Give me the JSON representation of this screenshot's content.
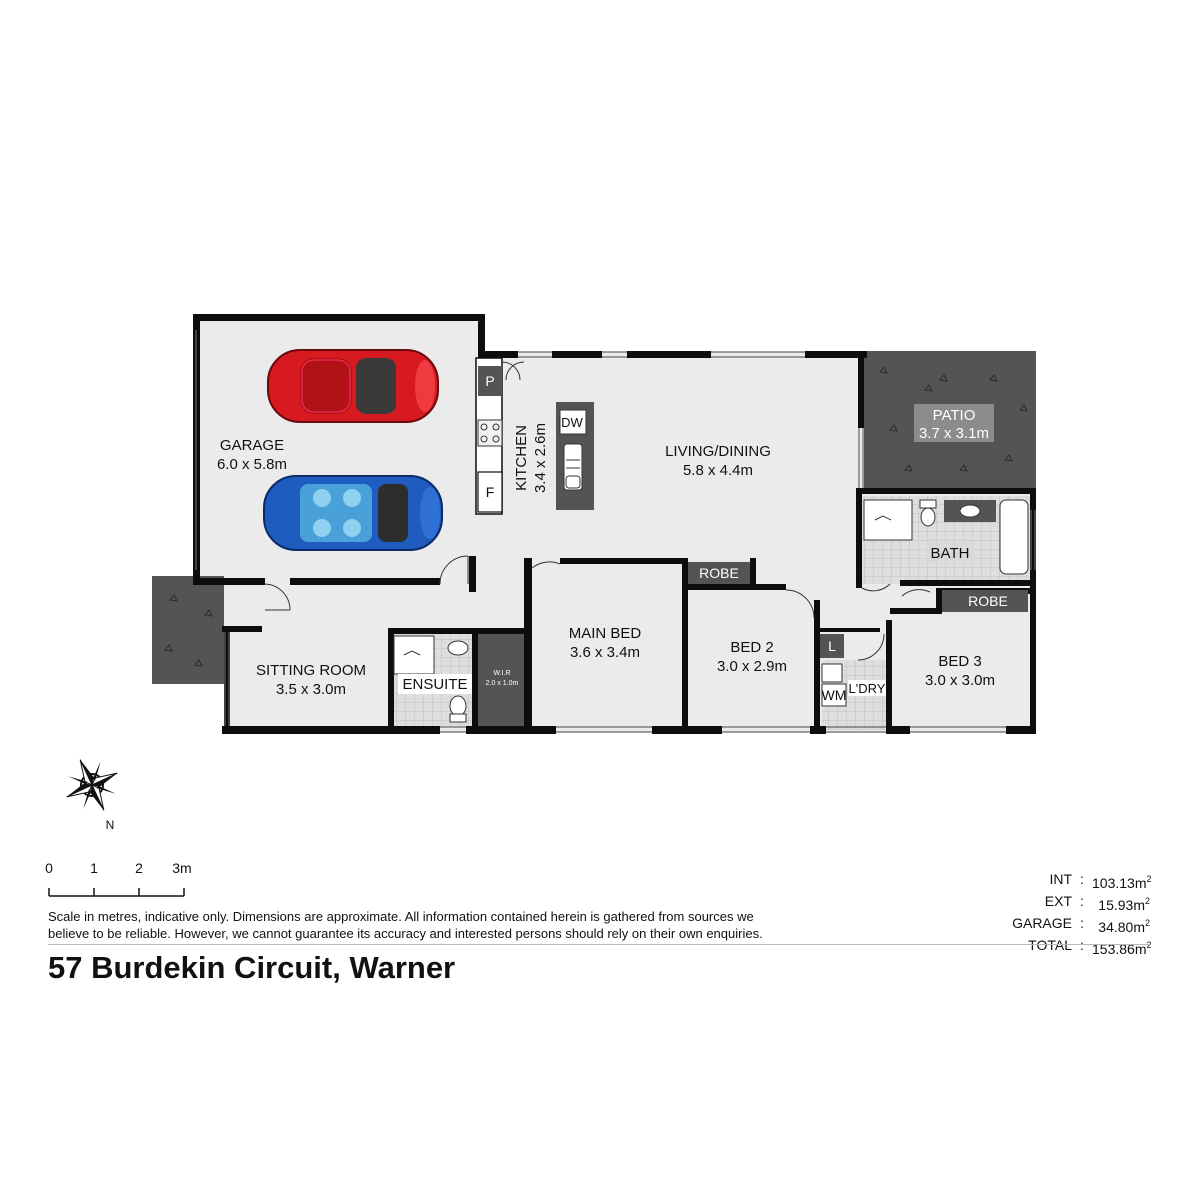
{
  "rooms": {
    "garage": {
      "name": "GARAGE",
      "dims": "6.0 x 5.8m"
    },
    "kitchen": {
      "name": "KITCHEN",
      "dims": "3.4 x 2.6m"
    },
    "living": {
      "name": "LIVING/DINING",
      "dims": "5.8 x 4.4m"
    },
    "patio": {
      "name": "PATIO",
      "dims": "3.7 x 3.1m"
    },
    "bath": {
      "name": "BATH"
    },
    "sitting": {
      "name": "SITTING ROOM",
      "dims": "3.5 x 3.0m"
    },
    "ensuite": {
      "name": "ENSUITE"
    },
    "wir": {
      "name": "W.I.R",
      "dims": "2.0 x 1.0m"
    },
    "main_bed": {
      "name": "MAIN BED",
      "dims": "3.6 x 3.4m"
    },
    "bed2": {
      "name": "BED 2",
      "dims": "3.0 x 2.9m"
    },
    "bed3": {
      "name": "BED 3",
      "dims": "3.0 x 3.0m"
    },
    "laundry": {
      "name": "L'DRY"
    }
  },
  "fixtures": {
    "pantry": "P",
    "fridge": "F",
    "dishwasher": "DW",
    "robe_bed2": "ROBE",
    "robe_bed3": "ROBE",
    "linen": "L",
    "washing_machine": "WM"
  },
  "compass": {
    "north": "N"
  },
  "scale": {
    "ticks": [
      "0",
      "1",
      "2",
      "3m"
    ]
  },
  "disclaimer": [
    "Scale in metres, indicative only. Dimensions are approximate. All information contained herein is gathered from sources we",
    "believe to be reliable. However, we cannot guarantee its accuracy and interested persons should rely on their own enquiries."
  ],
  "areas": [
    {
      "label": "INT",
      "value": "103.13m",
      "unit": "2"
    },
    {
      "label": "EXT",
      "value": "15.93m",
      "unit": "2"
    },
    {
      "label": "GARAGE",
      "value": "34.80m",
      "unit": "2"
    },
    {
      "label": "TOTAL",
      "value": "153.86m",
      "unit": "2"
    }
  ],
  "address": "57 Burdekin Circuit, Warner",
  "colors": {
    "wall": "#0d0d0d",
    "floor": "#ebebeb",
    "patio": "#545454",
    "tag": "#545454",
    "tile": "#d9d9d9",
    "car_red": "#d71920",
    "car_blue": "#1f5cc0"
  }
}
